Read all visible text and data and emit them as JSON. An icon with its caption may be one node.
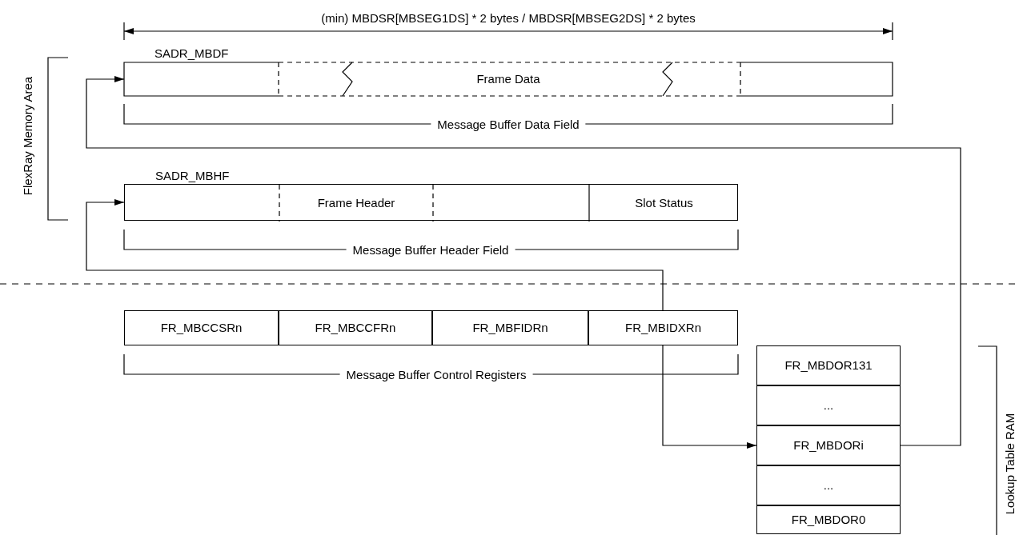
{
  "diagram": {
    "nodes": [
      {
        "text": [
          "SADR_MBDF",
          "Frame Data"
        ]
      },
      {
        "text": [
          "SADR_MBHF"
        ]
      },
      {
        "text": [
          "Frame Header"
        ],
        "in": 1
      },
      {
        "text": [
          "Slot Status"
        ],
        "in": 1
      },
      {
        "text": [
          "FR_MBCCSRn"
        ]
      },
      {
        "text": [
          "FR_MBCCFRn"
        ]
      },
      {
        "text": [
          "FR_MBFIDRn"
        ]
      },
      {
        "text": [
          "FR_MBIDXRn"
        ]
      },
      {
        "text": [
          "FR_MBDOR131"
        ]
      },
      {
        "text": [
          "..."
        ]
      },
      {
        "text": [
          "FR_MBDORi"
        ]
      },
      {
        "text": [
          "..."
        ]
      },
      {
        "text": [
          "FR_MBDOR0"
        ]
      }
    ],
    "edges": [
      {
        "from": 7,
        "to": 1,
        "arrow": "to"
      },
      {
        "from": 7,
        "to": 10,
        "arrow": "to"
      },
      {
        "from": 10,
        "to": 0,
        "arrow": "to"
      }
    ],
    "labels": [
      "(min) MBDSR[MBSEG1DS] * 2 bytes / MBDSR[MBSEG2DS] * 2 bytes",
      "FlexRay Memory Area",
      "Message Buffer Data Field",
      "Message Buffer Header Field",
      "Message Buffer Control Registers",
      "Lookup Table RAM"
    ]
  }
}
